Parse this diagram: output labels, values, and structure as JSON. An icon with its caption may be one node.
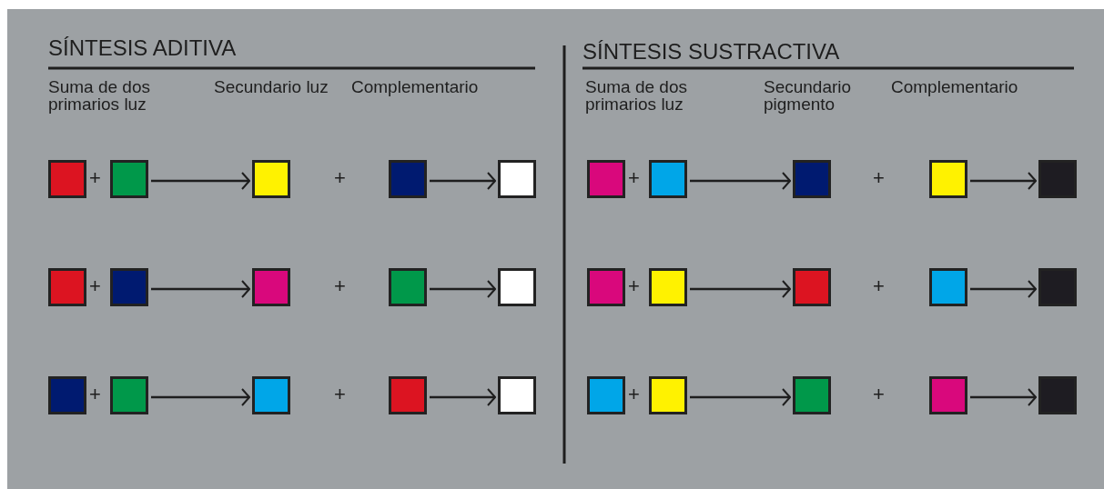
{
  "diagram": {
    "nodes": [
      {
        "text": [],
        "shape": "box"
      },
      {
        "text": [],
        "shape": "box"
      },
      {
        "text": [],
        "shape": "box"
      },
      {
        "text": [],
        "shape": "box"
      },
      {
        "text": [],
        "shape": "box"
      },
      {
        "text": [],
        "shape": "box"
      },
      {
        "text": [],
        "shape": "box"
      },
      {
        "text": [],
        "shape": "box"
      },
      {
        "text": [],
        "shape": "box"
      },
      {
        "text": [],
        "shape": "box"
      },
      {
        "text": [],
        "shape": "box"
      },
      {
        "text": [],
        "shape": "box"
      },
      {
        "text": [],
        "shape": "box"
      },
      {
        "text": [],
        "shape": "box"
      },
      {
        "text": [],
        "shape": "box"
      },
      {
        "text": [],
        "shape": "box"
      },
      {
        "text": [],
        "shape": "box"
      },
      {
        "text": [],
        "shape": "box"
      },
      {
        "text": [],
        "shape": "box"
      },
      {
        "text": [],
        "shape": "box"
      },
      {
        "text": [],
        "shape": "box"
      },
      {
        "text": [],
        "shape": "box"
      },
      {
        "text": [],
        "shape": "box"
      },
      {
        "text": [],
        "shape": "box"
      },
      {
        "text": [],
        "shape": "box"
      },
      {
        "text": [],
        "shape": "box"
      },
      {
        "text": [],
        "shape": "box"
      },
      {
        "text": [],
        "shape": "box"
      },
      {
        "text": [],
        "shape": "box"
      },
      {
        "text": [],
        "shape": "box"
      }
    ],
    "edges": [
      {
        "from": 1,
        "to": 2,
        "arrow": "to"
      },
      {
        "from": 3,
        "to": 4,
        "arrow": "to"
      },
      {
        "from": 6,
        "to": 7,
        "arrow": "to"
      },
      {
        "from": 8,
        "to": 9,
        "arrow": "to"
      },
      {
        "from": 11,
        "to": 12,
        "arrow": "to"
      },
      {
        "from": 13,
        "to": 14,
        "arrow": "to"
      },
      {
        "from": 16,
        "to": 17,
        "arrow": "to"
      },
      {
        "from": 18,
        "to": 19,
        "arrow": "to"
      },
      {
        "from": 21,
        "to": 22,
        "arrow": "to"
      },
      {
        "from": 23,
        "to": 24,
        "arrow": "to"
      },
      {
        "from": 26,
        "to": 27,
        "arrow": "to"
      },
      {
        "from": 28,
        "to": 29,
        "arrow": "to"
      }
    ],
    "labels": [
      "SÍNTESIS ADITIVA",
      "Suma de dos primarios luz",
      "Secundario luz",
      "Complementario",
      "SÍNTESIS SUSTRACTIVA",
      "Suma de dos primarios luz",
      "Secundario pigmento",
      "Complementario",
      "+",
      "+",
      "+",
      "+",
      "+",
      "+",
      "+",
      "+",
      "+",
      "+",
      "+",
      "+"
    ]
  }
}
